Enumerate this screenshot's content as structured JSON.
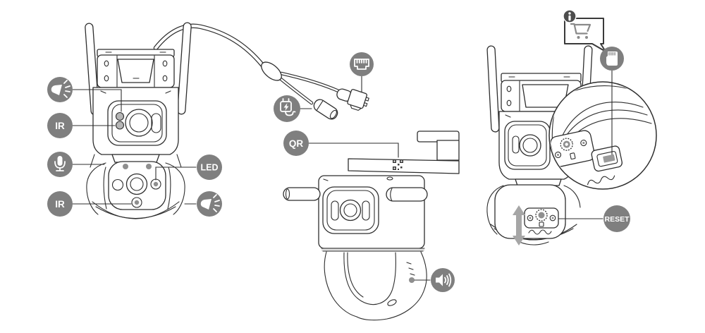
{
  "diagram": {
    "description": "Dual-lens PTZ security camera feature callout diagram with three product views",
    "colors": {
      "badge_gray": "#7f7f7f",
      "info_dark": "#4d4d4d",
      "line_art": "#2e2e2e",
      "arrow_gray": "#a6a6a6",
      "cart_gray": "#8a8a8a",
      "dot_gray": "#8f8f8f",
      "background": "#ffffff"
    },
    "badges": {
      "siren": {
        "icon": "siren-light"
      },
      "ir1": {
        "label": "IR"
      },
      "microphone": {
        "icon": "microphone"
      },
      "ir2": {
        "label": "IR"
      },
      "led": {
        "label": "LED"
      },
      "spotlight": {
        "icon": "spotlight"
      },
      "ethernet": {
        "icon": "ethernet-port"
      },
      "power": {
        "icon": "power-adapter"
      },
      "qr": {
        "label": "QR"
      },
      "speaker": {
        "icon": "loudspeaker"
      },
      "sd": {
        "icon": "micro-sd-card"
      },
      "info": {
        "label": "i"
      },
      "cart": {
        "icon": "shopping-cart"
      },
      "reset": {
        "label": "RESET"
      }
    },
    "views": [
      {
        "name": "front-view",
        "callouts": [
          "siren",
          "ir1",
          "microphone",
          "ir2",
          "led",
          "spotlight"
        ]
      },
      {
        "name": "side-view-with-cable",
        "callouts": [
          "ethernet",
          "power",
          "qr",
          "speaker"
        ]
      },
      {
        "name": "perspective-view",
        "callouts": [
          "info",
          "cart",
          "sd",
          "reset"
        ]
      }
    ]
  }
}
